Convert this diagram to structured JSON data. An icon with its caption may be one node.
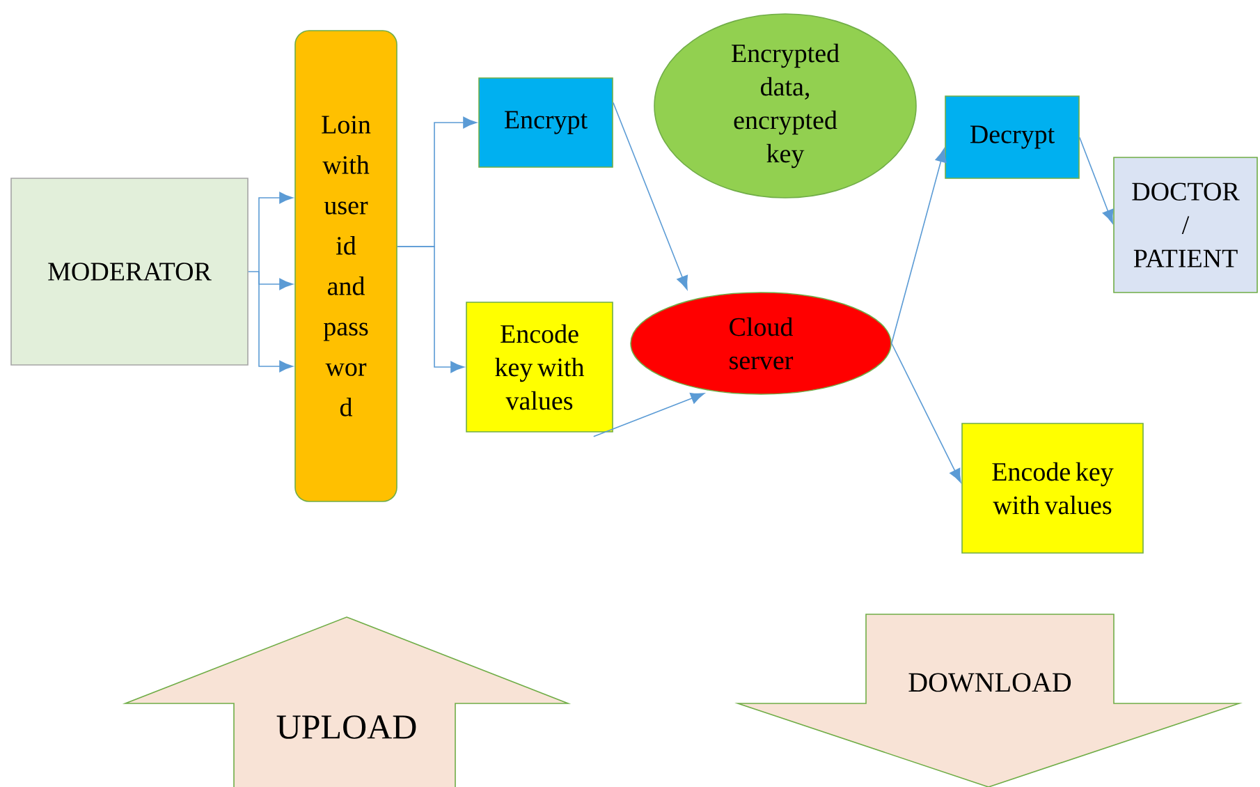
{
  "diagram": {
    "nodes": [
      {
        "text": [
          "MODERATOR"
        ]
      },
      {
        "text": [
          "Loin with user id and pass wor d"
        ]
      },
      {
        "text": [
          "Encrypt"
        ]
      },
      {
        "text": [
          "Encode key with values"
        ]
      },
      {
        "text": [
          "Encrypted data, encrypted key"
        ]
      },
      {
        "text": [
          "Cloud server"
        ]
      },
      {
        "text": [
          "Decrypt"
        ]
      },
      {
        "text": [
          "DOCTOR / PATIENT"
        ]
      },
      {
        "text": [
          "Encode key with values"
        ]
      },
      {
        "text": [
          "UPLOAD"
        ]
      },
      {
        "text": [
          "DOWNLOAD"
        ]
      }
    ],
    "edges": [
      {
        "from": 0,
        "to": 1,
        "arrow": "to"
      },
      {
        "from": 1,
        "to": 2,
        "arrow": "to"
      },
      {
        "from": 1,
        "to": 3,
        "arrow": "to"
      },
      {
        "from": 2,
        "to": 5,
        "arrow": "to"
      },
      {
        "from": 3,
        "to": 5,
        "arrow": "to"
      },
      {
        "from": 5,
        "to": 6,
        "arrow": "to"
      },
      {
        "from": 6,
        "to": 7,
        "arrow": "to"
      },
      {
        "from": 5,
        "to": 8,
        "arrow": "to"
      }
    ]
  }
}
